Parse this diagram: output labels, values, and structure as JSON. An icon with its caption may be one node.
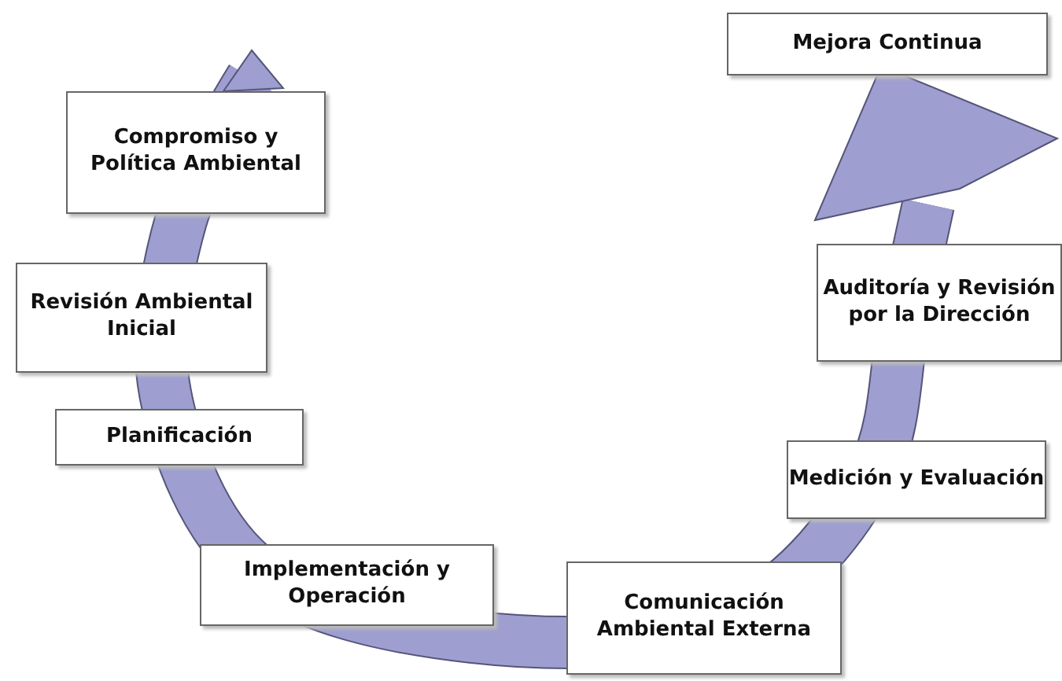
{
  "diagram": {
    "nodes": [
      {
        "text": [
          "Mejora Continua"
        ]
      },
      {
        "text": [
          "Compromiso y Política Ambiental"
        ]
      },
      {
        "text": [
          "Revisión Ambiental Inicial"
        ]
      },
      {
        "text": [
          "Planificación"
        ]
      },
      {
        "text": [
          "Implementación y Operación"
        ]
      },
      {
        "text": [
          "Comunicación Ambiental Externa"
        ]
      },
      {
        "text": [
          "Medición y Evaluación"
        ]
      },
      {
        "text": [
          "Auditoría y Revisión por la Dirección"
        ]
      }
    ]
  }
}
